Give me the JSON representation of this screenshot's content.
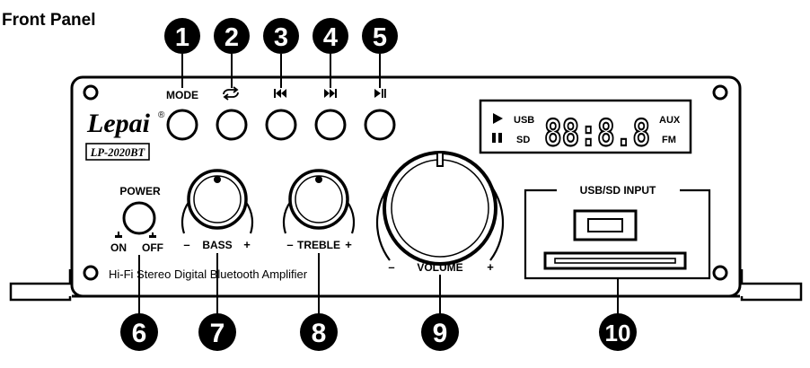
{
  "title": "Front Panel",
  "brand": {
    "name": "Lepai",
    "mark": "®",
    "model": "LP-2020BT"
  },
  "buttons": {
    "mode": "MODE",
    "repeat_icon": "repeat-icon",
    "prev_icon": "skip-previous-icon",
    "next_icon": "skip-next-icon",
    "play_icon": "play-pause-icon"
  },
  "power": {
    "label": "POWER",
    "on": "ON",
    "off": "OFF"
  },
  "knobs": {
    "bass": {
      "label": "BASS",
      "minus": "–",
      "plus": "+"
    },
    "treble": {
      "label": "TREBLE",
      "minus": "–",
      "plus": "+"
    },
    "volume": {
      "label": "VOLUME",
      "minus": "–",
      "plus": "+"
    }
  },
  "display": {
    "usb": "USB",
    "sd": "SD",
    "digits": "88:8.8",
    "aux": "AUX",
    "fm": "FM",
    "play_icon": "play-icon",
    "pause_icon": "pause-icon"
  },
  "usb_sd": {
    "label": "USB/SD INPUT"
  },
  "tagline": "Hi-Fi Stereo Digital Bluetooth Amplifier",
  "callouts": [
    "1",
    "2",
    "3",
    "4",
    "5",
    "6",
    "7",
    "8",
    "9",
    "10"
  ]
}
